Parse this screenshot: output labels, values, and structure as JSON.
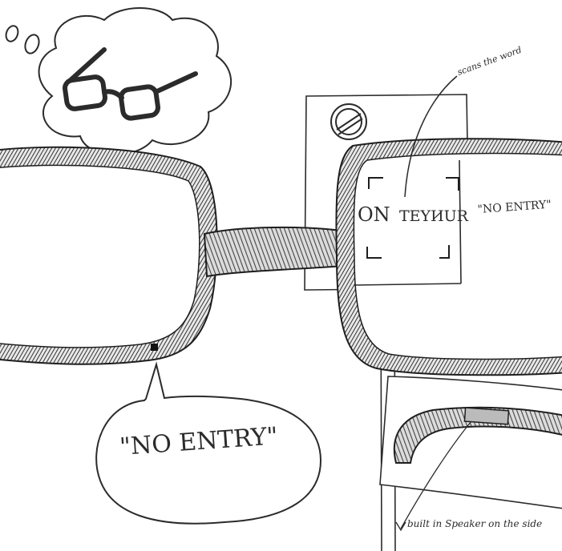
{
  "sign_text": {
    "left": "ON",
    "right": "TEYИUR"
  },
  "annotations": {
    "scans": "scans the word",
    "translation": "\"NO ENTRY\"",
    "speaker": "built in Speaker on the side"
  },
  "speech_bubble": {
    "text": "\"NO ENTRY\""
  },
  "colors": {
    "ink": "#2b2b2b",
    "paper": "#ffffff",
    "hatch": "#555555"
  }
}
